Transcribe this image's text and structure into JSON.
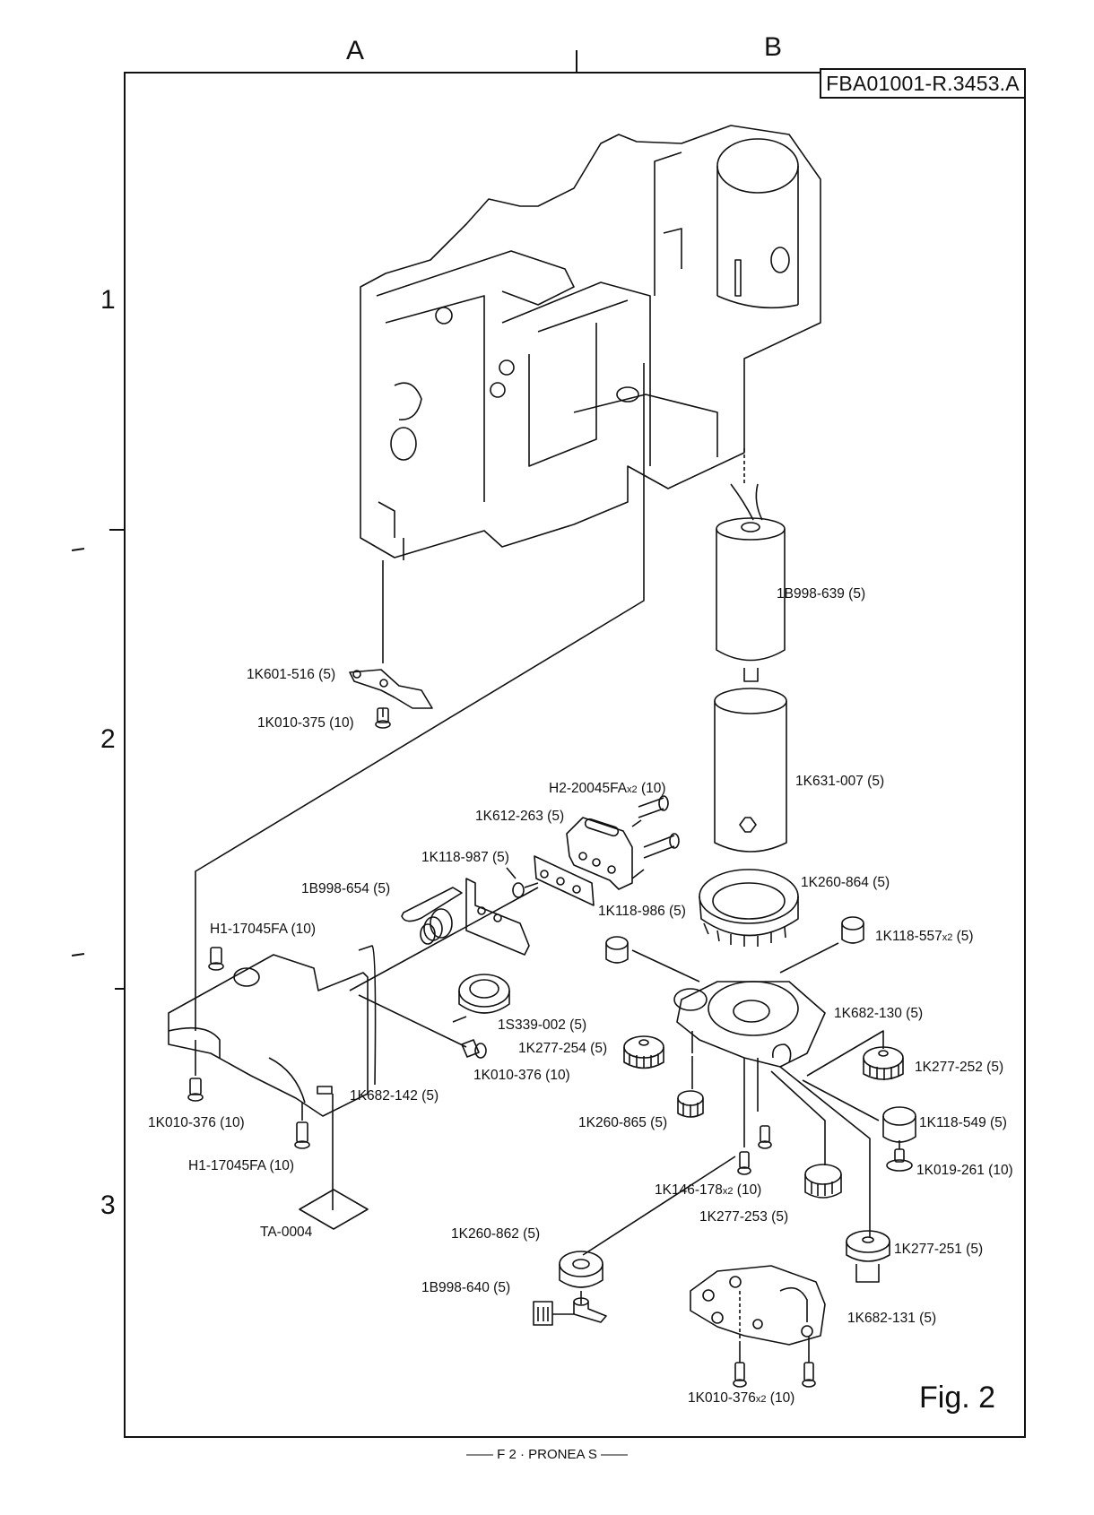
{
  "sheet": {
    "columns": [
      "A",
      "B"
    ],
    "rows": [
      "1",
      "2",
      "3"
    ],
    "drawing_code": "FBA01001-R.3453.A",
    "figure_label": "Fig.  2",
    "footer": "—— F 2 · PRONEA S ——"
  },
  "parts": [
    {
      "id": "1B998-639",
      "qty": "(5)",
      "suffix": ""
    },
    {
      "id": "1K601-516",
      "qty": "(5)",
      "suffix": ""
    },
    {
      "id": "1K010-375",
      "qty": "(10)",
      "suffix": ""
    },
    {
      "id": "1K631-007",
      "qty": "(5)",
      "suffix": ""
    },
    {
      "id": "H2-20045FA",
      "qty": "(10)",
      "suffix": "x2"
    },
    {
      "id": "1K612-263",
      "qty": "(5)",
      "suffix": ""
    },
    {
      "id": "1K118-987",
      "qty": "(5)",
      "suffix": ""
    },
    {
      "id": "1B998-654",
      "qty": "(5)",
      "suffix": ""
    },
    {
      "id": "1K118-986",
      "qty": "(5)",
      "suffix": ""
    },
    {
      "id": "1K260-864",
      "qty": "(5)",
      "suffix": ""
    },
    {
      "id": "H1-17045FA",
      "qty": "(10)",
      "suffix": ""
    },
    {
      "id": "1K118-557",
      "qty": "(5)",
      "suffix": "x2"
    },
    {
      "id": "1S339-002",
      "qty": "(5)",
      "suffix": ""
    },
    {
      "id": "1K682-130",
      "qty": "(5)",
      "suffix": ""
    },
    {
      "id": "1K277-254",
      "qty": "(5)",
      "suffix": ""
    },
    {
      "id": "1K010-376",
      "qty": "(10)",
      "suffix": ""
    },
    {
      "id": "1K277-252",
      "qty": "(5)",
      "suffix": ""
    },
    {
      "id": "1K682-142",
      "qty": "(5)",
      "suffix": ""
    },
    {
      "id": "1K010-376",
      "qty": "(10)",
      "suffix": ""
    },
    {
      "id": "1K260-865",
      "qty": "(5)",
      "suffix": ""
    },
    {
      "id": "1K118-549",
      "qty": "(5)",
      "suffix": ""
    },
    {
      "id": "H1-17045FA",
      "qty": "(10)",
      "suffix": ""
    },
    {
      "id": "1K019-261",
      "qty": "(10)",
      "suffix": ""
    },
    {
      "id": "1K146-178",
      "qty": "(10)",
      "suffix": "x2"
    },
    {
      "id": "1K277-253",
      "qty": "(5)",
      "suffix": ""
    },
    {
      "id": "TA-0004",
      "qty": "",
      "suffix": ""
    },
    {
      "id": "1K260-862",
      "qty": "(5)",
      "suffix": ""
    },
    {
      "id": "1K277-251",
      "qty": "(5)",
      "suffix": ""
    },
    {
      "id": "1B998-640",
      "qty": "(5)",
      "suffix": ""
    },
    {
      "id": "1K682-131",
      "qty": "(5)",
      "suffix": ""
    },
    {
      "id": "1K010-376",
      "qty": "(10)",
      "suffix": "x2"
    }
  ]
}
